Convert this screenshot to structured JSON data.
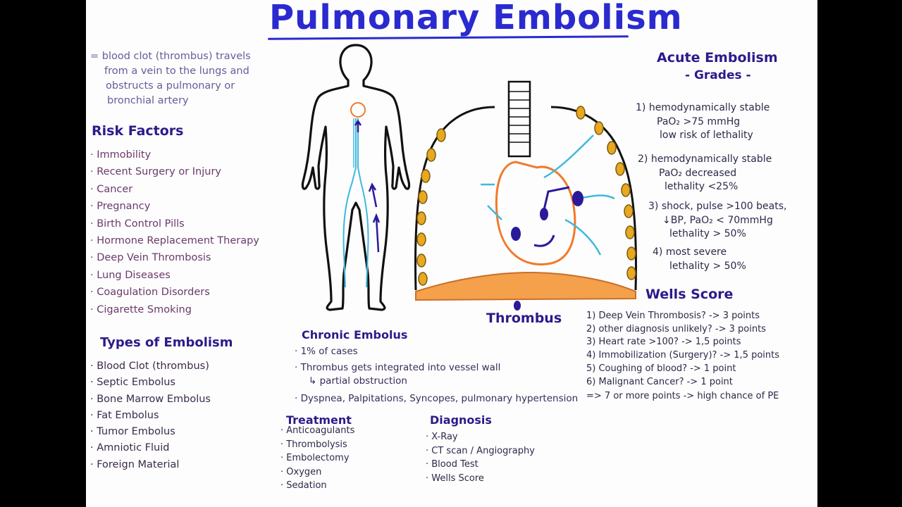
{
  "title": "Pulmonary Embolism",
  "definition": [
    "= blood clot (thrombus) travels",
    "from a vein to the lungs and",
    "obstructs a pulmonary or",
    "bronchial artery"
  ],
  "risk_factors": {
    "heading": "Risk Factors",
    "items": [
      "· Immobility",
      "· Recent Surgery or Injury",
      "· Cancer",
      "· Pregnancy",
      "· Birth Control Pills",
      "· Hormone Replacement Therapy",
      "· Deep Vein Thrombosis",
      "· Lung Diseases",
      "· Coagulation Disorders",
      "· Cigarette Smoking"
    ]
  },
  "types": {
    "heading": "Types of Embolism",
    "items": [
      "· Blood Clot (thrombus)",
      "· Septic Embolus",
      "· Bone Marrow Embolus",
      "· Fat Embolus",
      "· Tumor Embolus",
      "· Amniotic Fluid",
      "· Foreign Material"
    ]
  },
  "chronic": {
    "heading": "Chronic Embolus",
    "items": [
      "· 1% of cases",
      "· Thrombus gets integrated into vessel wall",
      "   ↳ partial obstruction",
      "· Dyspnea, Palpitations, Syncopes, pulmonary hypertension"
    ]
  },
  "treatment": {
    "heading": "Treatment",
    "items": [
      "· Anticoagulants",
      "· Thrombolysis",
      "· Embolectomy",
      "· Oxygen",
      "· Sedation"
    ]
  },
  "diagnosis": {
    "heading": "Diagnosis",
    "items": [
      "· X-Ray",
      "· CT scan / Angiography",
      "· Blood Test",
      "· Wells Score"
    ]
  },
  "thrombus_label": "Thrombus",
  "grades": {
    "heading": "Acute Embolism",
    "subheading": "- Grades -",
    "items": [
      [
        "1) hemodynamically stable",
        "PaO₂ >75 mmHg",
        "low risk of lethality"
      ],
      [
        "2) hemodynamically stable",
        "PaO₂ decreased",
        "lethality <25%"
      ],
      [
        "3) shock, pulse >100 beats,",
        "↓BP, PaO₂ < 70mmHg",
        "lethality > 50%"
      ],
      [
        "4) most severe",
        "lethality > 50%"
      ]
    ]
  },
  "wells": {
    "heading": "Wells Score",
    "items": [
      "1) Deep Vein Thrombosis? -> 3 points",
      "2) other diagnosis unlikely? -> 3 points",
      "3) Heart rate >100? -> 1,5 points",
      "4) Immobilization (Surgery)? -> 1,5 points",
      "5) Coughing of blood? -> 1 point",
      "6) Malignant Cancer? -> 1 point",
      "=> 7 or more points -> high chance of PE"
    ]
  },
  "colors": {
    "title": "#2a2ad0",
    "heading": "#2d1a8a",
    "artery": "#3fb8e0",
    "heart": "#f07a2a",
    "diaphragm": "#f5a04a",
    "cartilage": "#e8a820",
    "thrombus": "#2a1a9a"
  }
}
